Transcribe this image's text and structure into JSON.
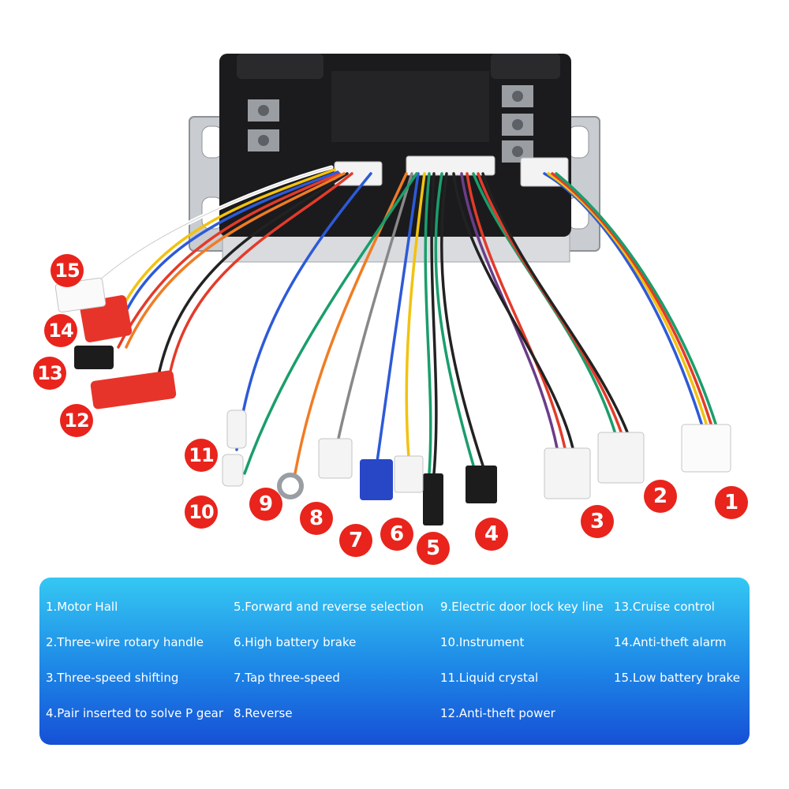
{
  "callouts": [
    "1",
    "2",
    "3",
    "4",
    "5",
    "6",
    "7",
    "8",
    "9",
    "10",
    "11",
    "12",
    "13",
    "14",
    "15"
  ],
  "legend": {
    "items": [
      "1.Motor Hall",
      "2.Three-wire rotary handle",
      "3.Three-speed shifting",
      "4.Pair inserted to solve P gear",
      "5.Forward and reverse selection",
      "6.High battery brake",
      "7.Tap three-speed",
      "8.Reverse",
      "9.Electric door lock key line",
      "10.Instrument",
      "11.Liquid crystal",
      "12.Anti-theft power",
      "13.Cruise control",
      "14.Anti-theft alarm",
      "15.Low battery brake"
    ]
  },
  "colors": {
    "callout": "#e8241c",
    "legend_top": "#35c8f3",
    "legend_bottom": "#1650d6"
  }
}
